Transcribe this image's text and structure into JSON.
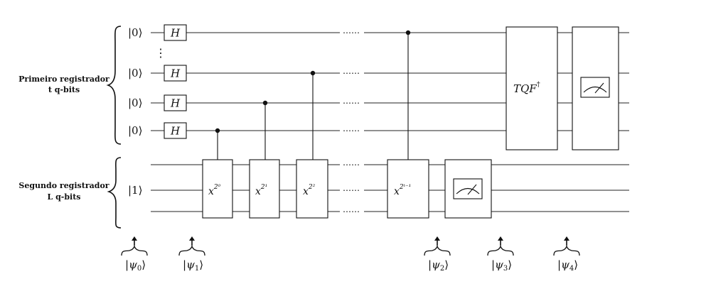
{
  "registers": {
    "first": {
      "line1": "Primeiro registrador",
      "line2": "t q-bits"
    },
    "second": {
      "line1": "Segundo registrador",
      "line2": "L q-bits"
    }
  },
  "first_register_kets": [
    "|0⟩",
    "|0⟩",
    "|0⟩",
    "|0⟩"
  ],
  "first_register_vdots": "⋮",
  "second_register_ket": "|1⟩",
  "hadamard_label": "H",
  "ellipsis": "⋯⋯",
  "modexp_gates": [
    {
      "base": "x",
      "exp": "2⁰"
    },
    {
      "base": "x",
      "exp": "2¹"
    },
    {
      "base": "x",
      "exp": "2²"
    },
    {
      "base": "x",
      "exp": "2ᵗ⁻¹"
    }
  ],
  "inverse_qft": {
    "label": "TQF",
    "dagger": "†"
  },
  "measurement_icon": "meter-icon",
  "states": [
    {
      "psi": "ψ",
      "sub": "0"
    },
    {
      "psi": "ψ",
      "sub": "1"
    },
    {
      "psi": "ψ",
      "sub": "2"
    },
    {
      "psi": "ψ",
      "sub": "3"
    },
    {
      "psi": "ψ",
      "sub": "4"
    }
  ]
}
